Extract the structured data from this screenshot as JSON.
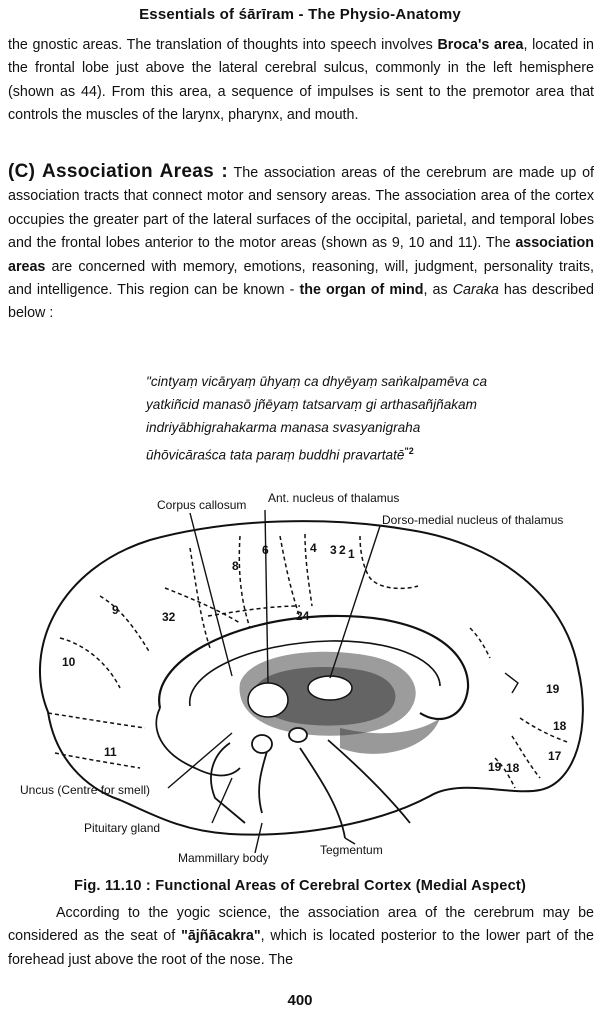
{
  "header": {
    "title": "Essentials of śārīram - The Physio-Anatomy"
  },
  "intro_paragraph": {
    "part1": "the gnostic areas. The translation of thoughts into speech involves ",
    "brocas_area": "Broca's area",
    "part2": ", located in the frontal lobe just above the lateral cerebral sulcus, commonly in the left hemisphere (shown as 44). From this area, a sequence of impulses is sent to the premotor area that controls the muscles of the larynx, pharynx, and mouth."
  },
  "association_section": {
    "title": "(C) Association Areas :",
    "part1": " The association areas of the cerebrum are made up of association tracts that connect motor and sensory areas. The association area of the cortex occupies the greater part of the lateral surfaces of the occipital, parietal, and temporal lobes and the frontal lobes anterior to the motor areas (shown as 9, 10 and 11). The ",
    "bold_term": "association areas",
    "part2": " are concerned with memory, emotions, reasoning, will, judgment, personality traits, and intelligence. This region can be known - ",
    "organ_of_mind": "the organ of mind",
    "part3": ", as ",
    "caraka": "Caraka",
    "part4": " has described below :"
  },
  "verse": {
    "line1": "\"cintyaṃ vicāryaṃ ūhyaṃ ca dhyēyaṃ saṅkalpamēva ca",
    "line2": "yatkiñcid manasō jñēyaṃ tatsarvaṃ gi arthasañjñakam",
    "line3": "indriyābhigrahakarma manasa svasyanigraha",
    "line4": "ūhōvicāraśca tata paraṃ buddhi pravartatē",
    "footnote": "\"2"
  },
  "figure": {
    "labels": {
      "corpus_callosum": "Corpus callosum",
      "ant_nucleus": "Ant. nucleus of thalamus",
      "dorso_medial": "Dorso-medial nucleus of thalamus",
      "uncus": "Uncus (Centre for smell)",
      "pituitary": "Pituitary gland",
      "mammillary": "Mammillary body",
      "tegmentum": "Tegmentum"
    },
    "areas": {
      "a8": "8",
      "a6": "6",
      "a4": "4",
      "a3": "3",
      "a2": "2",
      "a1": "1",
      "a9": "9",
      "a32": "32",
      "a24": "24",
      "a10": "10",
      "a11": "11",
      "a19a": "19",
      "a18a": "18",
      "a17": "17",
      "a19b": "19",
      "a18b": "18"
    }
  },
  "caption": "Fig. 11.10 : Functional Areas of Cerebral Cortex (Medial Aspect)",
  "closing_paragraph": {
    "part1": "According to the yogic science, the association area of the cerebrum may be considered as the seat of ",
    "ajna": "\"ājñācakra\"",
    "part2": ", which is located posterior to the lower part of the forehead just above the root of the nose. The"
  },
  "page_number": "400"
}
